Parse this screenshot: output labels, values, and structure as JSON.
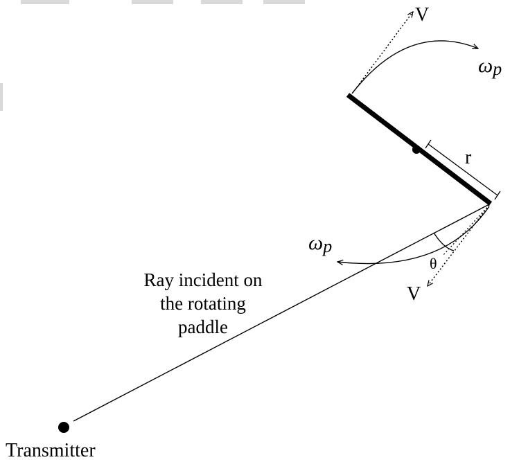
{
  "labels": {
    "velocity_top": "V",
    "omega_top_symbol": "ω",
    "omega_top_sub": "p",
    "radius": "r",
    "omega_bottom_symbol": "ω",
    "omega_bottom_sub": "p",
    "theta": "θ",
    "velocity_bottom": "V",
    "ray_line1": "Ray incident on",
    "ray_line2": "the rotating",
    "ray_line3": "paddle",
    "transmitter": "Transmitter"
  },
  "colors": {
    "ink": "#000000",
    "background": "#ffffff"
  }
}
